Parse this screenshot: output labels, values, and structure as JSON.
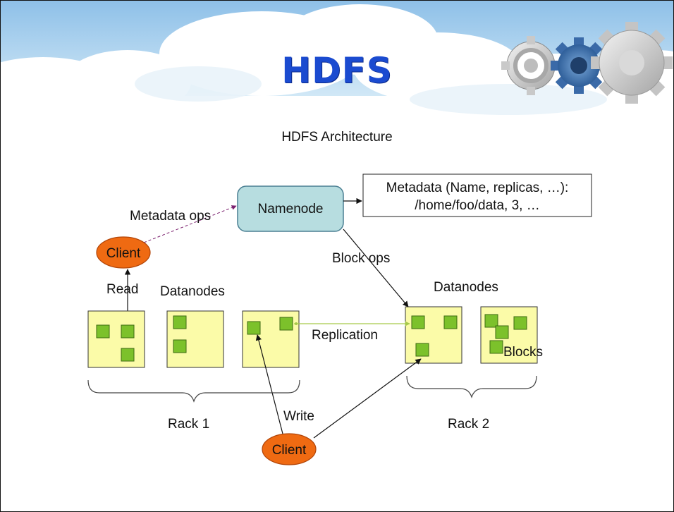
{
  "slide": {
    "title": "HDFS",
    "subtitle": "HDFS Architecture"
  },
  "nodes": {
    "namenode": "Namenode",
    "metadata_line1": "Metadata (Name, replicas, …):",
    "metadata_line2": "/home/foo/data, 3, …",
    "client_top": "Client",
    "client_bottom": "Client"
  },
  "labels": {
    "metadata_ops": "Metadata ops",
    "block_ops": "Block ops",
    "read": "Read",
    "write": "Write",
    "replication": "Replication",
    "datanodes_left": "Datanodes",
    "datanodes_right": "Datanodes",
    "blocks": "Blocks",
    "rack1": "Rack 1",
    "rack2": "Rack 2"
  },
  "colors": {
    "title": "#1b4bd0",
    "namenode_fill": "#b7dde0",
    "client_fill": "#ef6a12",
    "datanode_fill": "#fbfba8",
    "block_fill": "#7cc12b",
    "replication_arrow": "#a6c94a",
    "metadata_ops_arrow": "#7a1f6e"
  },
  "icons": [
    "cloud-banner",
    "gear-icon"
  ]
}
